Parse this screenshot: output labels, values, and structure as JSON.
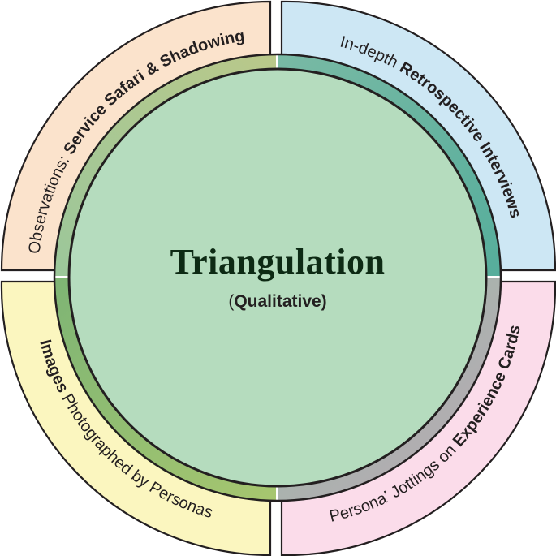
{
  "center": {
    "title": "Triangulation",
    "subtitle_open": "(",
    "subtitle_bold": "Qualitative)"
  },
  "quadrants": {
    "top_left": {
      "prefix": "Observations: ",
      "bold": "Service Safari & Shadowing",
      "suffix": "",
      "fill": "#fbe3cc"
    },
    "top_right": {
      "prefix": "In-depth ",
      "bold": "Retrospective Interviews",
      "suffix": "",
      "fill": "#cde7f4"
    },
    "bottom_left": {
      "prefix": "",
      "bold": "Images",
      "suffix": " Photographed by Personas",
      "fill": "#fbf6bf"
    },
    "bottom_right": {
      "prefix": "Persona’ Jottings on ",
      "bold": "Experience Cards",
      "suffix": "",
      "fill": "#fbdcea"
    }
  },
  "colors": {
    "center_fill": "#b5dcbe",
    "ring_fill": "#7fb37f",
    "outline": "#231f20"
  }
}
